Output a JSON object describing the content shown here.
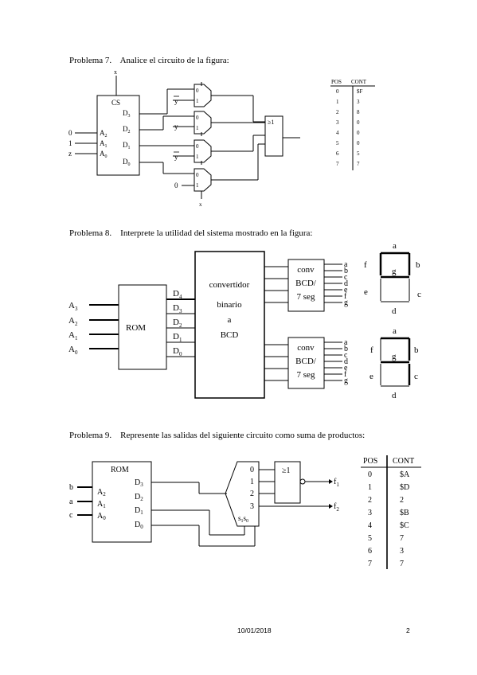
{
  "problems": [
    {
      "label": "Problema 7.",
      "text": "Analice el circuito de la figura:"
    },
    {
      "label": "Problema 8.",
      "text": "Interprete la utilidad del sistema mostrado en la figura:"
    },
    {
      "label": "Problema 9.",
      "text": "Represente las salidas del siguiente circuito como suma de productos:"
    }
  ],
  "fig7": {
    "x_top": "x",
    "x_bottom": "x",
    "cs": "CS",
    "inputs": [
      "0",
      "1",
      "z"
    ],
    "address": [
      "A",
      "A",
      "A"
    ],
    "address_sub": [
      "2",
      "1",
      "0"
    ],
    "outputs": [
      "D",
      "D",
      "D",
      "D"
    ],
    "outputs_sub": [
      "3",
      "2",
      "1",
      "0"
    ],
    "mux_data": [
      "0",
      "1",
      "0",
      "1",
      "0",
      "1",
      "0",
      "1"
    ],
    "signals": [
      "y",
      "y",
      "y"
    ],
    "zero": "0",
    "or_label": "≥1",
    "table_header": [
      "POS",
      "CONT"
    ],
    "table_pos": [
      "0",
      "1",
      "2",
      "3",
      "4",
      "5",
      "6",
      "7"
    ],
    "table_cont": [
      "$F",
      "3",
      "8",
      "0",
      "0",
      "0",
      "5",
      "7"
    ]
  },
  "fig8": {
    "inputs": [
      "A",
      "A",
      "A",
      "A"
    ],
    "inputs_sub": [
      "3",
      "2",
      "1",
      "0"
    ],
    "rom": "ROM",
    "d_labels": [
      "D",
      "D",
      "D",
      "D",
      "D"
    ],
    "d_sub": [
      "4",
      "3",
      "2",
      "1",
      "0"
    ],
    "converter": [
      "convertidor",
      "binario",
      "a",
      "BCD"
    ],
    "conv_top": [
      "conv",
      "BCD/",
      "7 seg"
    ],
    "conv_bottom": [
      "conv",
      "BCD/",
      "7 seg"
    ],
    "seg_out_top": [
      "a",
      "b",
      "c",
      "d",
      "e",
      "f",
      "g"
    ],
    "seg_out_bottom": [
      "a",
      "b",
      "c",
      "d",
      "e",
      "f",
      "g"
    ],
    "display_top": {
      "a": "a",
      "b": "b",
      "c": "c",
      "d": "d",
      "e": "e",
      "f": "f",
      "g": "g"
    },
    "display_bottom": {
      "a": "a",
      "b": "b",
      "c": "c",
      "d": "d",
      "e": "e",
      "f": "f",
      "g": "g"
    }
  },
  "fig9": {
    "rom": "ROM",
    "inputs": [
      "b",
      "a",
      "c"
    ],
    "address": [
      "A",
      "A",
      "A"
    ],
    "address_sub": [
      "2",
      "1",
      "0"
    ],
    "outputs": [
      "D",
      "D",
      "D",
      "D"
    ],
    "outputs_sub": [
      "3",
      "2",
      "1",
      "0"
    ],
    "mux_inputs": [
      "0",
      "1",
      "2",
      "3"
    ],
    "select": [
      "s",
      "s"
    ],
    "select_sub": [
      "1",
      "0"
    ],
    "or_label": "≥1",
    "f_labels": [
      "f",
      "f"
    ],
    "f_sub": [
      "1",
      "2"
    ],
    "table_header": [
      "POS",
      "CONT"
    ],
    "table_pos": [
      "0",
      "1",
      "2",
      "3",
      "4",
      "5",
      "6",
      "7"
    ],
    "table_cont": [
      "$A",
      "$D",
      "2",
      "$B",
      "$C",
      "7",
      "3",
      "7"
    ]
  },
  "footer": {
    "date": "10/01/2018",
    "page": "2"
  }
}
